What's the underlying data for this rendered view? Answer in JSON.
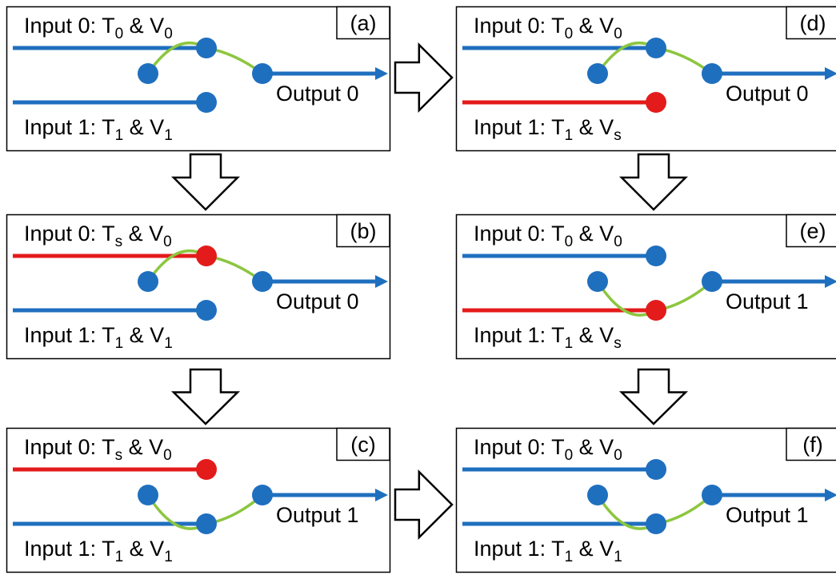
{
  "colors": {
    "active_line": "#1f6fbf",
    "set_line": "#e41b1b",
    "switch_arm": "#8cc63f",
    "node": "#1f6fbf",
    "set_node": "#e41b1b",
    "frame": "#000000"
  },
  "panels": [
    {
      "id": "a",
      "tag": "(a)",
      "input0": {
        "prefix": "Input 0: T",
        "t_sub": "0",
        "mid": " & V",
        "v_sub": "0",
        "state": "normal"
      },
      "input1": {
        "prefix": "Input 1: T",
        "t_sub": "1",
        "mid": " & V",
        "v_sub": "1",
        "state": "normal"
      },
      "switch_to": "input0",
      "output": "Output 0"
    },
    {
      "id": "b",
      "tag": "(b)",
      "input0": {
        "prefix": "Input 0: T",
        "t_sub": "s",
        "mid": " & V",
        "v_sub": "0",
        "state": "set"
      },
      "input1": {
        "prefix": "Input 1: T",
        "t_sub": "1",
        "mid": " & V",
        "v_sub": "1",
        "state": "normal"
      },
      "switch_to": "input0",
      "output": "Output 0"
    },
    {
      "id": "c",
      "tag": "(c)",
      "input0": {
        "prefix": "Input 0: T",
        "t_sub": "s",
        "mid": " & V",
        "v_sub": "0",
        "state": "set"
      },
      "input1": {
        "prefix": "Input 1: T",
        "t_sub": "1",
        "mid": " & V",
        "v_sub": "1",
        "state": "normal"
      },
      "switch_to": "input1",
      "output": "Output 1"
    },
    {
      "id": "d",
      "tag": "(d)",
      "input0": {
        "prefix": "Input 0: T",
        "t_sub": "0",
        "mid": " & V",
        "v_sub": "0",
        "state": "normal"
      },
      "input1": {
        "prefix": "Input 1: T",
        "t_sub": "1",
        "mid": " & V",
        "v_sub": "s",
        "state": "set"
      },
      "switch_to": "input0",
      "output": "Output 0"
    },
    {
      "id": "e",
      "tag": "(e)",
      "input0": {
        "prefix": "Input 0: T",
        "t_sub": "0",
        "mid": " & V",
        "v_sub": "0",
        "state": "normal"
      },
      "input1": {
        "prefix": "Input 1: T",
        "t_sub": "1",
        "mid": " & V",
        "v_sub": "s",
        "state": "set"
      },
      "switch_to": "input1",
      "output": "Output 1"
    },
    {
      "id": "f",
      "tag": "(f)",
      "input0": {
        "prefix": "Input 0: T",
        "t_sub": "0",
        "mid": " & V",
        "v_sub": "0",
        "state": "normal"
      },
      "input1": {
        "prefix": "Input 1: T",
        "t_sub": "1",
        "mid": " & V",
        "v_sub": "1",
        "state": "normal"
      },
      "switch_to": "input1",
      "output": "Output 1"
    }
  ]
}
